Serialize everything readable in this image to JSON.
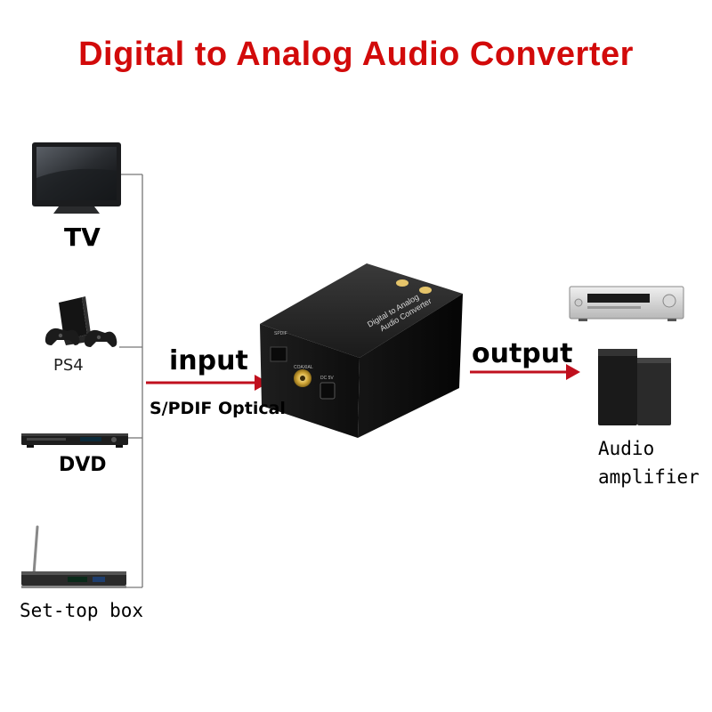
{
  "title": "Digital to Analog Audio Converter",
  "sources": {
    "tv": "TV",
    "ps4": "PS4",
    "dvd": "DVD",
    "set_top_box": "Set-top box"
  },
  "input": {
    "label": "input",
    "type": "S/PDIF Optical"
  },
  "device": {
    "label_line1": "Digital to Analog",
    "label_line2": "Audio Converter",
    "port_optical": "SPDIF",
    "port_coaxial": "COAXIAL",
    "port_power": "DC 5V"
  },
  "output": {
    "label": "output",
    "target_line1": "Audio",
    "target_line2": "amplifier"
  },
  "colors": {
    "title": "#d20a0a",
    "arrow": "#c0101e"
  }
}
